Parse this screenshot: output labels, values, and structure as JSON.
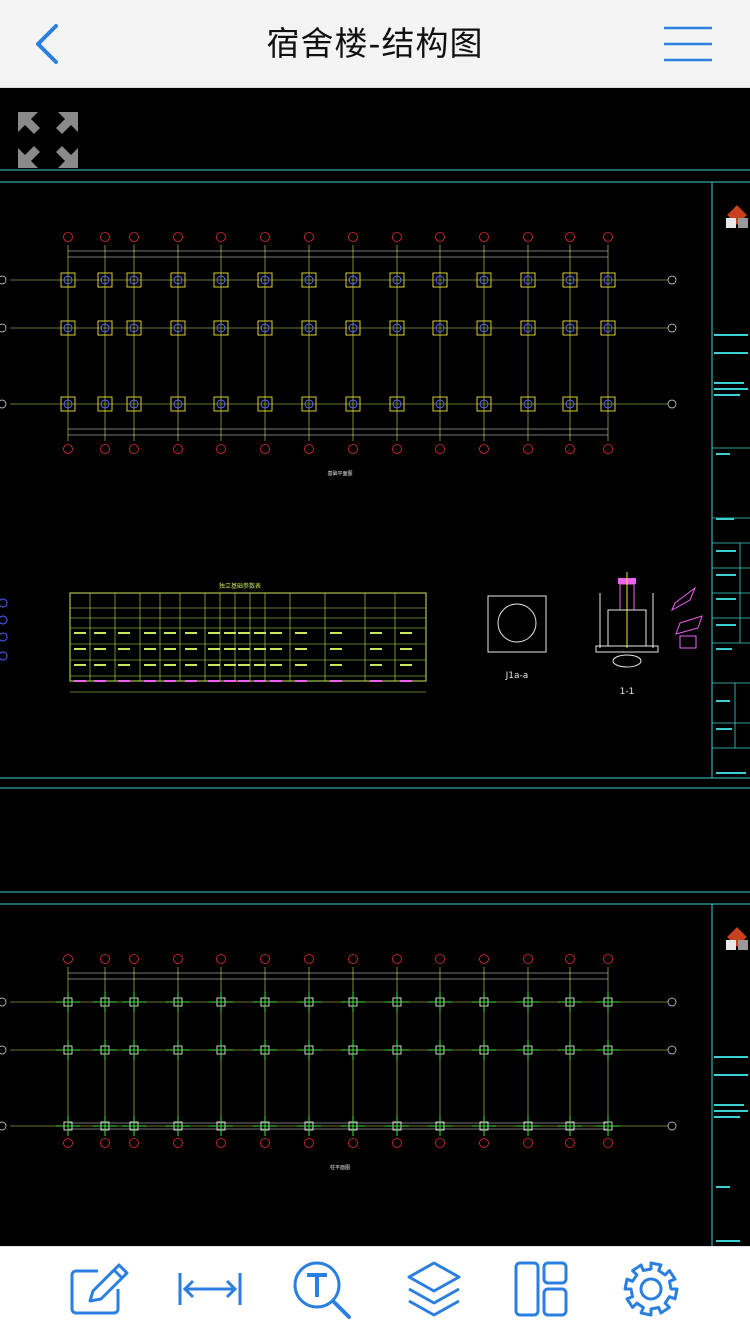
{
  "header": {
    "title": "宿舍楼-结构图"
  },
  "canvas": {
    "sheet1": {
      "plan_caption": "基础平面图",
      "table_title": "独立基础参数表",
      "detail1_label": "J1a-a",
      "detail2_label": "1-1"
    },
    "sheet2": {
      "plan_caption": "柱平面图"
    }
  },
  "toolbar": {
    "items": [
      {
        "name": "edit",
        "icon": "edit-icon"
      },
      {
        "name": "measure",
        "icon": "measure-icon"
      },
      {
        "name": "text-search",
        "icon": "text-search-icon"
      },
      {
        "name": "layers",
        "icon": "layers-icon"
      },
      {
        "name": "layout",
        "icon": "layout-icon"
      },
      {
        "name": "settings",
        "icon": "gear-icon"
      }
    ]
  },
  "colors": {
    "accent": "#2b7fe0",
    "grid": "#c8e85a",
    "frame": "#3ad0d0",
    "axis_bubble": "#e03030",
    "column": "#f0e040"
  }
}
